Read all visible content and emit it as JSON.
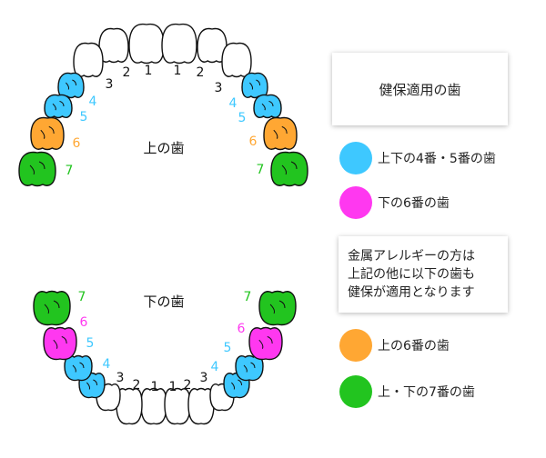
{
  "colors": {
    "blue": "#3ec8ff",
    "magenta": "#ff38f0",
    "orange": "#ffa733",
    "green": "#22c41f",
    "white": "#ffffff",
    "outline": "#111111",
    "text": "#111111"
  },
  "title_box": {
    "text": "健保適用の歯"
  },
  "upper_label": "上の歯",
  "lower_label": "下の歯",
  "note": {
    "lines": [
      "金属アレルギーの方は",
      "上記の他に以下の歯も",
      "健保が適用となります"
    ]
  },
  "legend_main": [
    {
      "color": "#3ec8ff",
      "label": "上下の4番・5番の歯"
    },
    {
      "color": "#ff38f0",
      "label": "下の6番の歯"
    }
  ],
  "legend_extra": [
    {
      "color": "#ffa733",
      "label": "上の6番の歯"
    },
    {
      "color": "#22c41f",
      "label": "上・下の7番の歯"
    }
  ],
  "upper_teeth": [
    {
      "side": "left",
      "number": "1",
      "fill": "white",
      "numColor": "text"
    },
    {
      "side": "left",
      "number": "2",
      "fill": "white",
      "numColor": "text"
    },
    {
      "side": "left",
      "number": "3",
      "fill": "white",
      "numColor": "text"
    },
    {
      "side": "left",
      "number": "4",
      "fill": "blue",
      "numColor": "blue"
    },
    {
      "side": "left",
      "number": "5",
      "fill": "blue",
      "numColor": "blue"
    },
    {
      "side": "left",
      "number": "6",
      "fill": "orange",
      "numColor": "orange"
    },
    {
      "side": "left",
      "number": "7",
      "fill": "green",
      "numColor": "green"
    },
    {
      "side": "right",
      "number": "1",
      "fill": "white",
      "numColor": "text"
    },
    {
      "side": "right",
      "number": "2",
      "fill": "white",
      "numColor": "text"
    },
    {
      "side": "right",
      "number": "3",
      "fill": "white",
      "numColor": "text"
    },
    {
      "side": "right",
      "number": "4",
      "fill": "blue",
      "numColor": "blue"
    },
    {
      "side": "right",
      "number": "5",
      "fill": "blue",
      "numColor": "blue"
    },
    {
      "side": "right",
      "number": "6",
      "fill": "orange",
      "numColor": "orange"
    },
    {
      "side": "right",
      "number": "7",
      "fill": "green",
      "numColor": "green"
    }
  ],
  "lower_teeth": [
    {
      "side": "left",
      "number": "1",
      "fill": "white",
      "numColor": "text"
    },
    {
      "side": "left",
      "number": "2",
      "fill": "white",
      "numColor": "text"
    },
    {
      "side": "left",
      "number": "3",
      "fill": "white",
      "numColor": "text"
    },
    {
      "side": "left",
      "number": "4",
      "fill": "blue",
      "numColor": "blue"
    },
    {
      "side": "left",
      "number": "5",
      "fill": "blue",
      "numColor": "blue"
    },
    {
      "side": "left",
      "number": "6",
      "fill": "magenta",
      "numColor": "magenta"
    },
    {
      "side": "left",
      "number": "7",
      "fill": "green",
      "numColor": "green"
    },
    {
      "side": "right",
      "number": "1",
      "fill": "white",
      "numColor": "text"
    },
    {
      "side": "right",
      "number": "2",
      "fill": "white",
      "numColor": "text"
    },
    {
      "side": "right",
      "number": "3",
      "fill": "white",
      "numColor": "text"
    },
    {
      "side": "right",
      "number": "4",
      "fill": "blue",
      "numColor": "blue"
    },
    {
      "side": "right",
      "number": "5",
      "fill": "blue",
      "numColor": "blue"
    },
    {
      "side": "right",
      "number": "6",
      "fill": "magenta",
      "numColor": "magenta"
    },
    {
      "side": "right",
      "number": "7",
      "fill": "green",
      "numColor": "green"
    }
  ]
}
